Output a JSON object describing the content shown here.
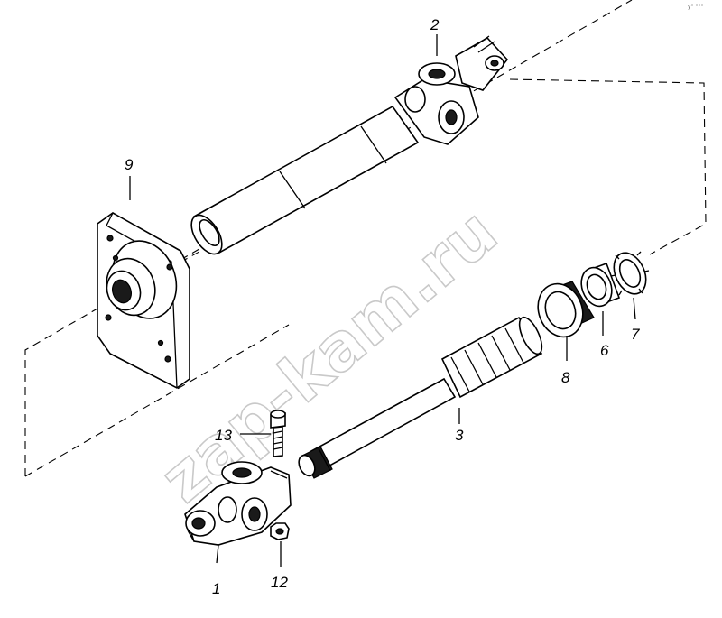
{
  "watermark": "zap-kam.ru",
  "corner_mark": "y° °°°",
  "labels": {
    "p1": "1",
    "p2": "2",
    "p3": "3",
    "p6": "6",
    "p7": "7",
    "p8": "8",
    "p9": "9",
    "p12": "12",
    "p13": "13"
  }
}
